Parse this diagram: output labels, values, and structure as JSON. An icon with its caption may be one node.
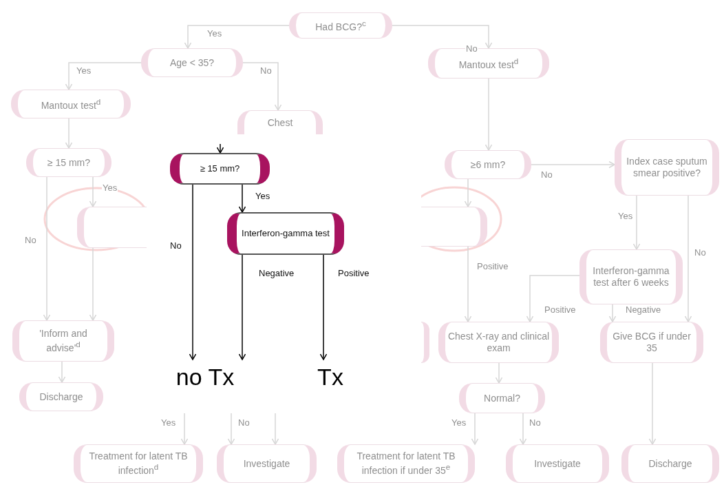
{
  "diagram": {
    "nodes": [
      {
        "text": [
          "Had BCG?$^{c}$"
        ]
      },
      {
        "text": [
          "Age < 35?"
        ]
      },
      {
        "text": [
          "Mantoux test$^{d}$"
        ]
      },
      {
        "text": [
          "Mantoux test$^{d}$"
        ]
      },
      {
        "text": [
          "Chest"
        ]
      },
      {
        "text": [
          "≥ 15 mm?"
        ]
      },
      {
        "text": [],
        "shape": "box"
      },
      {
        "text": [
          "≥6 mm?"
        ]
      },
      {
        "text": [
          "Index case sputum smear positive?"
        ]
      },
      {
        "text": [],
        "shape": "box"
      },
      {
        "text": [
          "'Inform and advise'$^{d}$"
        ]
      },
      {
        "text": [
          "Discharge"
        ]
      },
      {
        "text": [
          "Interferon-gamma test after 6 weeks"
        ]
      },
      {
        "text": [],
        "shape": "box"
      },
      {
        "text": [
          "Chest X-ray and clinical exam"
        ]
      },
      {
        "text": [
          "Give BCG if under 35"
        ]
      },
      {
        "text": [
          "Normal?"
        ]
      },
      {
        "text": [
          "Treatment for latent TB infection$^{d}$"
        ]
      },
      {
        "text": [
          "Investigate"
        ]
      },
      {
        "text": [
          "Treatment for latent TB infection if under 35$^{e}$"
        ]
      },
      {
        "text": [
          "Investigate"
        ]
      },
      {
        "text": [
          "Discharge"
        ]
      },
      {
        "text": [
          "≥ 15 mm?"
        ]
      },
      {
        "text": [
          "Interferon-gamma test"
        ]
      },
      {
        "text": [
          "no Tx"
        ]
      },
      {
        "text": [
          "Tx"
        ]
      }
    ],
    "edges": [
      {
        "from": 0,
        "to": 1,
        "arrow": "to",
        "label": "Yes"
      },
      {
        "from": 0,
        "to": 3,
        "arrow": "to",
        "label": "No"
      },
      {
        "from": 1,
        "to": 2,
        "arrow": "to",
        "label": "Yes"
      },
      {
        "from": 1,
        "to": 4,
        "arrow": "to",
        "label": "No"
      },
      {
        "from": 2,
        "to": 5,
        "arrow": "to"
      },
      {
        "from": 5,
        "to": 6,
        "arrow": "to",
        "label": "Yes"
      },
      {
        "from": 5,
        "to": 10,
        "arrow": "to",
        "label": "No"
      },
      {
        "from": 6,
        "to": 10,
        "arrow": "to"
      },
      {
        "from": 10,
        "to": 11,
        "arrow": "to"
      },
      {
        "from": 3,
        "to": 7,
        "arrow": "to"
      },
      {
        "from": 7,
        "to": 8,
        "arrow": "to",
        "label": "No"
      },
      {
        "from": 7,
        "to": 9,
        "arrow": "to"
      },
      {
        "from": 9,
        "to": 14,
        "arrow": "to",
        "label": "Positive"
      },
      {
        "from": 8,
        "to": 12,
        "arrow": "to",
        "label": "Yes"
      },
      {
        "from": 8,
        "to": 15,
        "arrow": "to",
        "label": "No"
      },
      {
        "from": 12,
        "to": 14,
        "arrow": "to",
        "label": "Positive"
      },
      {
        "from": 12,
        "to": 15,
        "arrow": "to",
        "label": "Negative"
      },
      {
        "from": 14,
        "to": 16,
        "arrow": "to"
      },
      {
        "from": 16,
        "to": 19,
        "arrow": "to",
        "label": "Yes"
      },
      {
        "from": 16,
        "to": 20,
        "arrow": "to",
        "label": "No"
      },
      {
        "from": 15,
        "to": 21,
        "arrow": "to"
      },
      {
        "from": null,
        "to": 17,
        "arrow": "to",
        "label": "Yes"
      },
      {
        "from": null,
        "to": 18,
        "arrow": "to",
        "label": "No"
      },
      {
        "from": null,
        "to": 18,
        "arrow": "to"
      },
      {
        "from": null,
        "to": 22,
        "arrow": "to",
        "color": "#000000"
      },
      {
        "from": 22,
        "to": 24,
        "arrow": "to",
        "label": "No",
        "color": "#000000"
      },
      {
        "from": 22,
        "to": 23,
        "arrow": "to",
        "label": "Yes",
        "color": "#000000"
      },
      {
        "from": 23,
        "to": 24,
        "arrow": "to",
        "label": "Negative",
        "color": "#000000"
      },
      {
        "from": 23,
        "to": 25,
        "arrow": "to",
        "label": "Positive",
        "color": "#000000"
      }
    ]
  }
}
